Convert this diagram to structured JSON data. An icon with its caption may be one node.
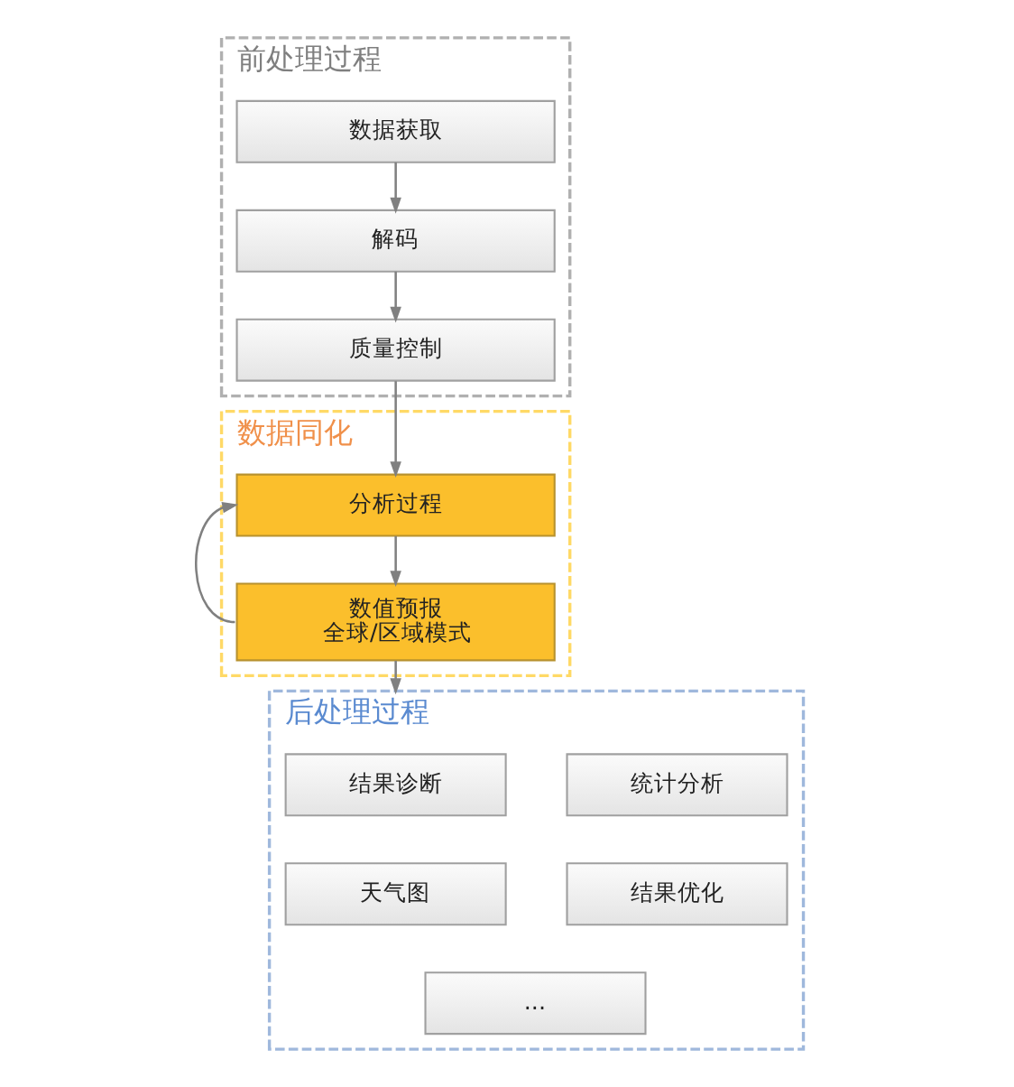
{
  "diagram": {
    "nodes": [
      {
        "text": [
          "前处理过程"
        ]
      },
      {
        "text": [
          "数据获取"
        ],
        "in": 0
      },
      {
        "text": [
          "解码"
        ],
        "in": 0
      },
      {
        "text": [
          "质量控制"
        ],
        "in": 0
      },
      {
        "text": [
          "数据同化"
        ]
      },
      {
        "text": [
          "分析过程"
        ],
        "in": 4
      },
      {
        "text": [
          "数值预报",
          "全球/区域模式"
        ],
        "in": 4
      },
      {
        "text": [
          "后处理过程"
        ]
      },
      {
        "text": [
          "结果诊断"
        ],
        "in": 7
      },
      {
        "text": [
          "统计分析"
        ],
        "in": 7
      },
      {
        "text": [
          "天气图"
        ],
        "in": 7
      },
      {
        "text": [
          "结果优化"
        ],
        "in": 7
      },
      {
        "text": [
          "..."
        ],
        "in": 7
      }
    ],
    "edges": [
      {
        "from": 1,
        "to": 2,
        "arrow": "to"
      },
      {
        "from": 2,
        "to": 3,
        "arrow": "to"
      },
      {
        "from": 3,
        "to": 5,
        "arrow": "to"
      },
      {
        "from": 5,
        "to": 6,
        "arrow": "to"
      },
      {
        "from": 6,
        "to": 5,
        "arrow": "to"
      },
      {
        "from": 6,
        "to": 7,
        "arrow": "to"
      }
    ]
  }
}
